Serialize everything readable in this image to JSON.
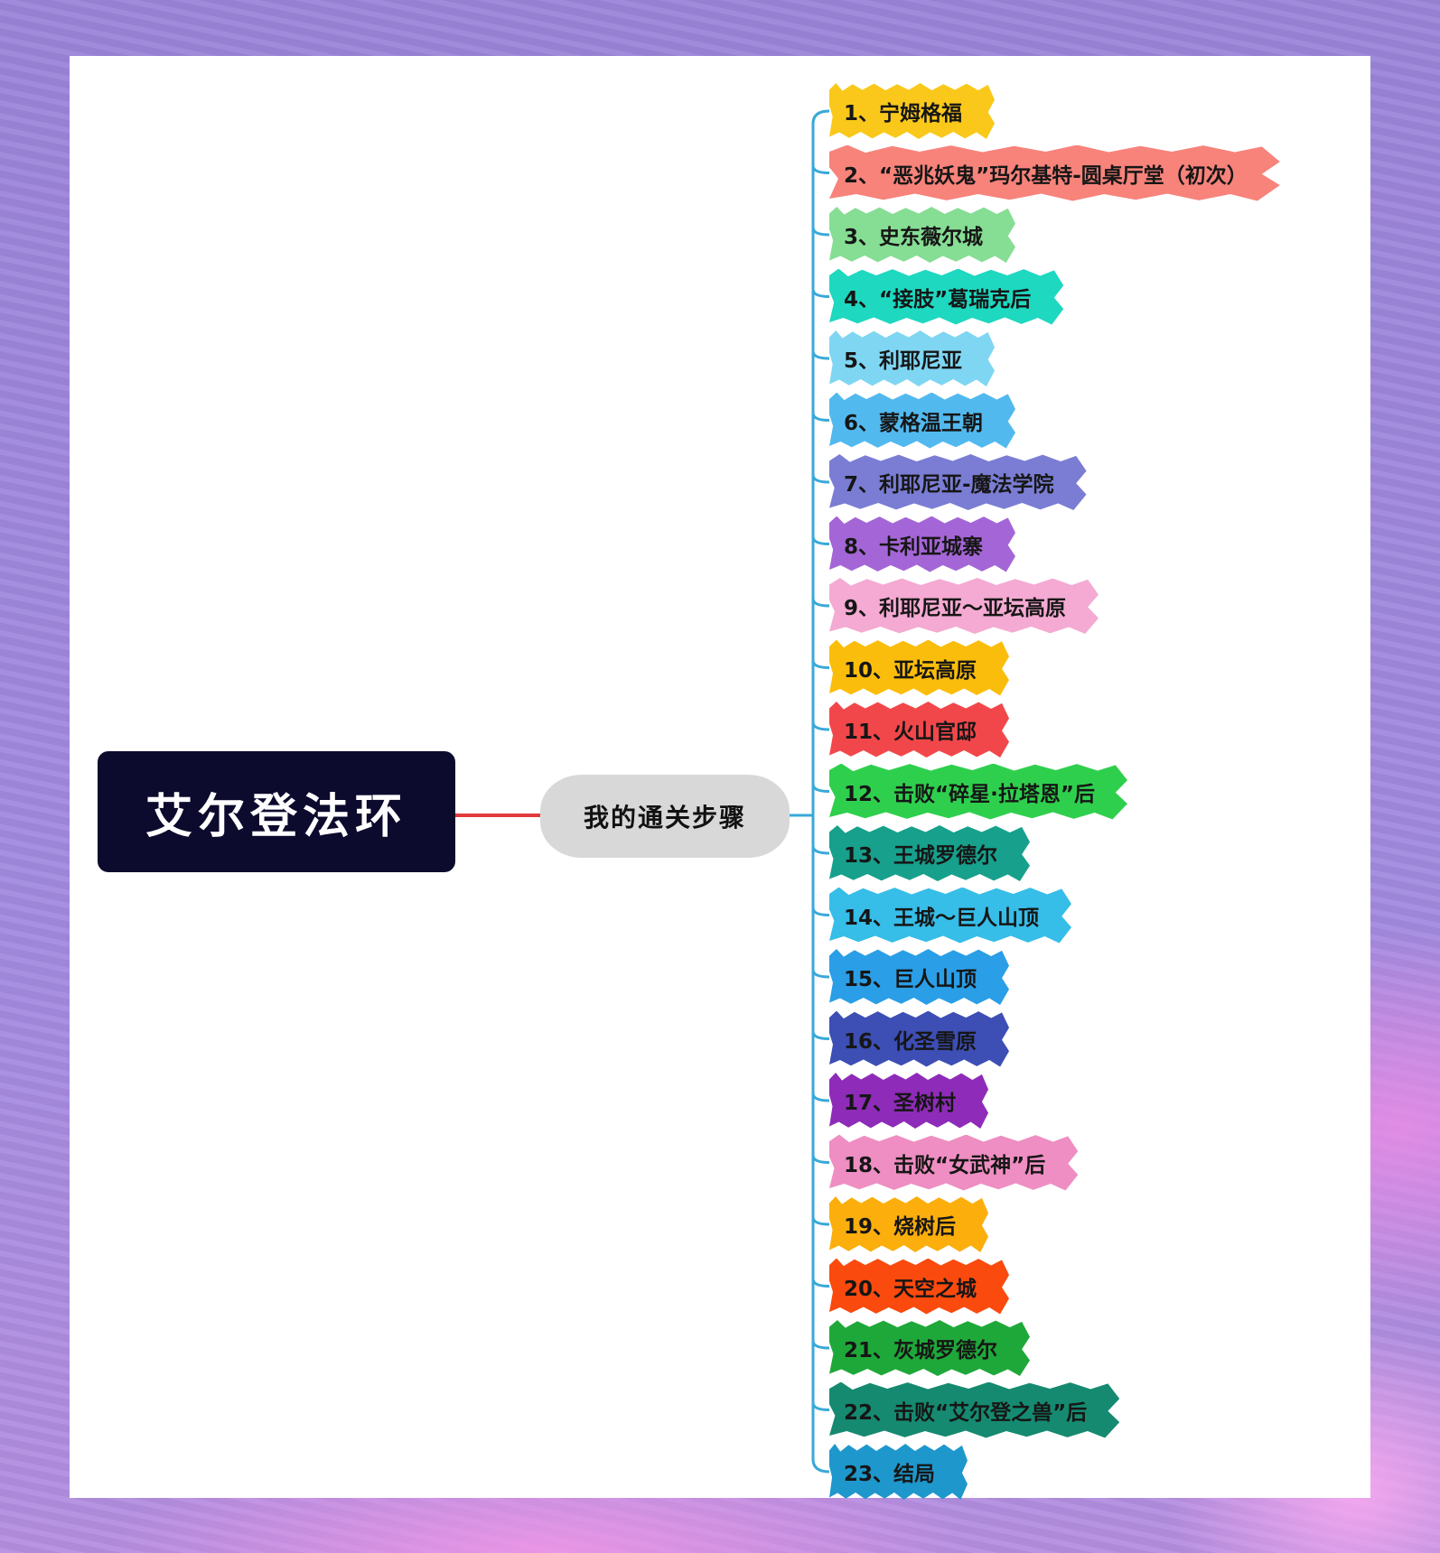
{
  "root": {
    "label": "艾尔登法环"
  },
  "mid": {
    "label": "我的通关步骤"
  },
  "steps": [
    {
      "label": "1、宁姆格福",
      "color": "#f9c81a"
    },
    {
      "label": "2、“恶兆妖鬼”玛尔基特-圆桌厅堂（初次）",
      "color": "#f7837b"
    },
    {
      "label": "3、史东薇尔城",
      "color": "#86dd94"
    },
    {
      "label": "4、“接肢”葛瑞克后",
      "color": "#1ed8c0"
    },
    {
      "label": "5、利耶尼亚",
      "color": "#7fd6f2"
    },
    {
      "label": "6、蒙格温王朝",
      "color": "#52b9ef"
    },
    {
      "label": "7、利耶尼亚-魔法学院",
      "color": "#7a7dd3"
    },
    {
      "label": "8、卡利亚城寨",
      "color": "#a466d6"
    },
    {
      "label": "9、利耶尼亚～亚坛高原",
      "color": "#f4aad2"
    },
    {
      "label": "10、亚坛高原",
      "color": "#fbbd0b"
    },
    {
      "label": "11、火山官邸",
      "color": "#f2474a"
    },
    {
      "label": "12、击败“碎星·拉塔恩”后",
      "color": "#2fcf4e"
    },
    {
      "label": "13、王城罗德尔",
      "color": "#17a08c"
    },
    {
      "label": "14、王城～巨人山顶",
      "color": "#36bde8"
    },
    {
      "label": "15、巨人山顶",
      "color": "#2a9ee6"
    },
    {
      "label": "16、化圣雪原",
      "color": "#3d4eb4"
    },
    {
      "label": "17、圣树村",
      "color": "#8e2bb8"
    },
    {
      "label": "18、击败“女武神”后",
      "color": "#ee8ec2"
    },
    {
      "label": "19、烧树后",
      "color": "#fbae0c"
    },
    {
      "label": "20、天空之城",
      "color": "#fa4a0e"
    },
    {
      "label": "21、灰城罗德尔",
      "color": "#1fa83a"
    },
    {
      "label": "22、击败“艾尔登之兽”后",
      "color": "#158a70"
    },
    {
      "label": "23、结局",
      "color": "#1e97cc"
    }
  ],
  "colors": {
    "root_link": "#e23b3b",
    "tree_line": "#39a9d8"
  }
}
